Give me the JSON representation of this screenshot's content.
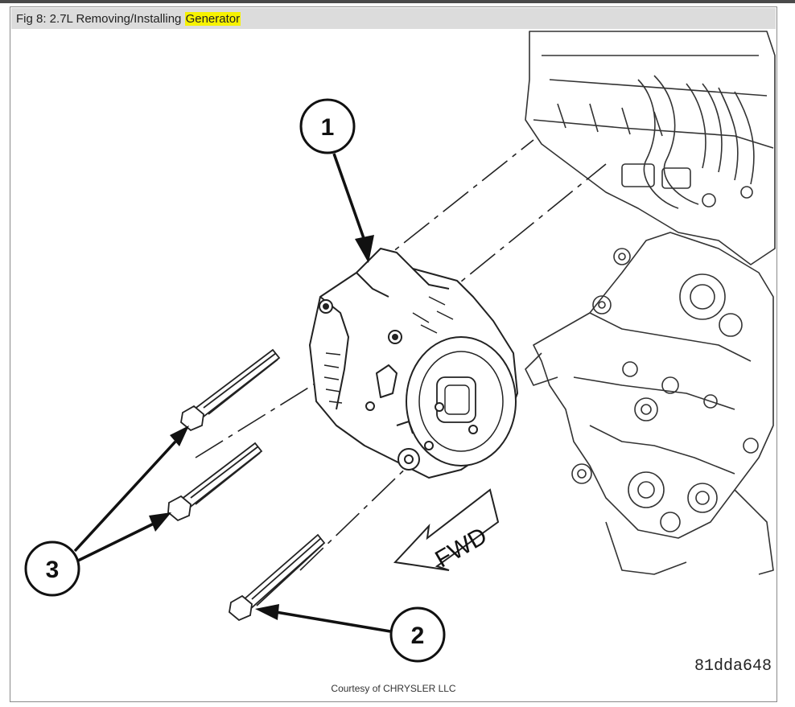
{
  "figure": {
    "caption_prefix": "Fig 8: 2.7L Removing/Installing",
    "caption_highlight": "Generator",
    "highlight_color": "#f7f200",
    "reference_code": "81dda648",
    "courtesy": "Courtesy of CHRYSLER LLC"
  },
  "callouts": {
    "c1": "1",
    "c2": "2",
    "c3": "3"
  },
  "direction_label": "FWD"
}
